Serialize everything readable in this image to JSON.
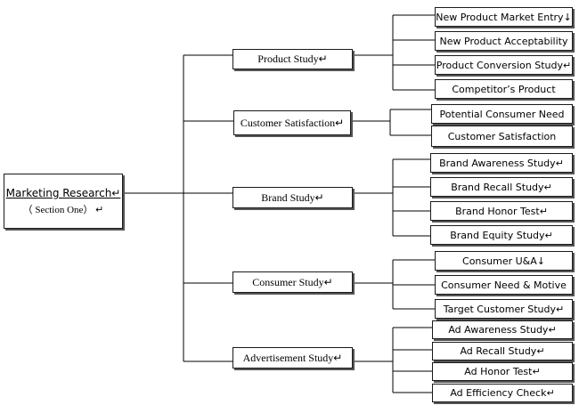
{
  "root": {
    "title": "Marketing Research↵",
    "subtitle": "（ Section One） ↵"
  },
  "branches": [
    {
      "label": "Product Study↵",
      "children": [
        "New Product Market Entry↓",
        "New Product Acceptability",
        "Product Conversion Study↵",
        "Competitor’s Product"
      ]
    },
    {
      "label": "Customer Satisfaction↵",
      "children": [
        "Potential Consumer Need",
        "Customer Satisfaction"
      ]
    },
    {
      "label": "Brand Study↵",
      "children": [
        "Brand Awareness Study↵",
        "Brand Recall Study↵",
        "Brand Honor Test↵",
        "Brand Equity Study↵"
      ]
    },
    {
      "label": "Consumer Study↵",
      "children": [
        "Consumer U&A↓",
        "Consumer Need & Motive",
        "Target Customer Study↵"
      ]
    },
    {
      "label": "Advertisement Study↵",
      "children": [
        "Ad Awareness Study↵",
        "Ad Recall Study↵",
        "Ad Honor Test↵",
        "Ad Efficiency Check↵"
      ]
    }
  ]
}
